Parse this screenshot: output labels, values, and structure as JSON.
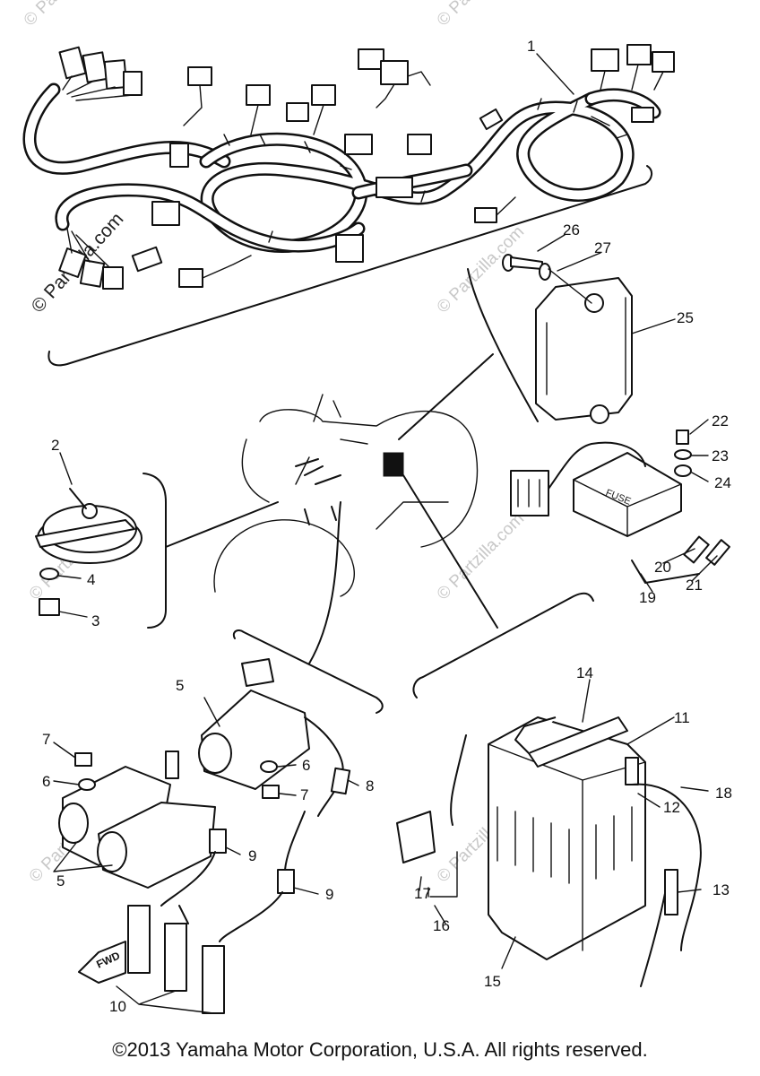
{
  "watermark": "© Partzilla.com",
  "copyright": "©2013 Yamaha Motor Corporation, U.S.A. All rights reserved.",
  "fuse_box_text": "FUSE",
  "direction_label": "FWD",
  "callouts": {
    "c1": "1",
    "c2": "2",
    "c3": "3",
    "c4": "4",
    "c5a": "5",
    "c5b": "5",
    "c6a": "6",
    "c6b": "6",
    "c7a": "7",
    "c7b": "7",
    "c8": "8",
    "c9a": "9",
    "c9b": "9",
    "c10": "10",
    "c11": "11",
    "c12": "12",
    "c13": "13",
    "c14": "14",
    "c15": "15",
    "c16": "16",
    "c17": "17",
    "c18": "18",
    "c19": "19",
    "c20": "20",
    "c21": "21",
    "c22": "22",
    "c23": "23",
    "c24": "24",
    "c25": "25",
    "c26": "26",
    "c27": "27"
  },
  "colors": {
    "line": "#111111",
    "watermark": "#c8c8c8",
    "background": "#ffffff"
  }
}
